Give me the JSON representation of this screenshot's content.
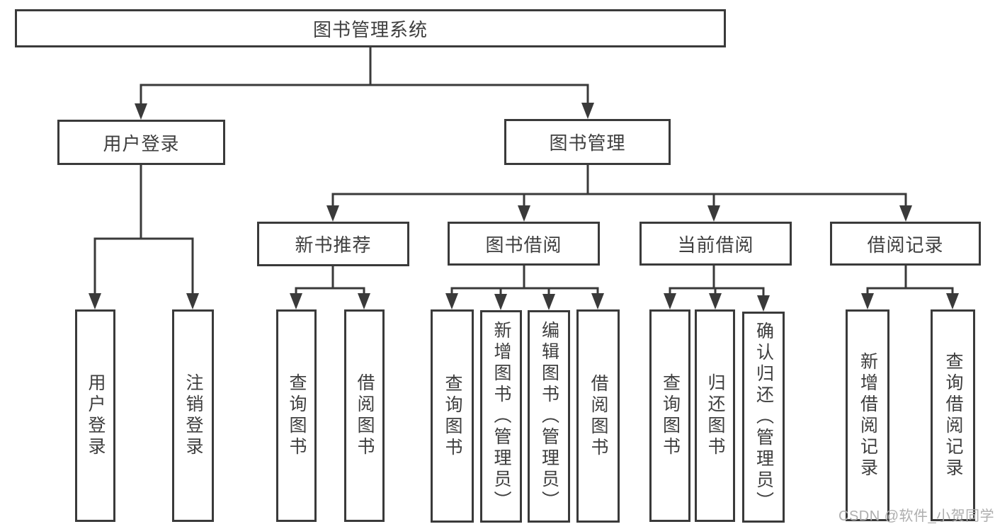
{
  "tree": {
    "label": "图书管理系统",
    "children": [
      {
        "label": "用户登录",
        "children": [
          {
            "label": "用户登录"
          },
          {
            "label": "注销登录"
          }
        ]
      },
      {
        "label": "图书管理",
        "children": [
          {
            "label": "新书推荐",
            "children": [
              {
                "label": "查询图书"
              },
              {
                "label": "借阅图书"
              }
            ]
          },
          {
            "label": "图书借阅",
            "children": [
              {
                "label": "查询图书"
              },
              {
                "label": "新增图书（管理员）"
              },
              {
                "label": "编辑图书（管理员）"
              },
              {
                "label": "借阅图书"
              }
            ]
          },
          {
            "label": "当前借阅",
            "children": [
              {
                "label": "查询图书"
              },
              {
                "label": "归还图书"
              },
              {
                "label": "确认归还（管理员）"
              }
            ]
          },
          {
            "label": "借阅记录",
            "children": [
              {
                "label": "新增借阅记录"
              },
              {
                "label": "查询借阅记录"
              }
            ]
          }
        ]
      }
    ]
  },
  "watermark": "CSDN @软件_小贺同学",
  "colors": {
    "line": "#3a3a3a",
    "text": "#3e3e3e",
    "background": "#ffffff",
    "watermark": "#aeaeae"
  }
}
